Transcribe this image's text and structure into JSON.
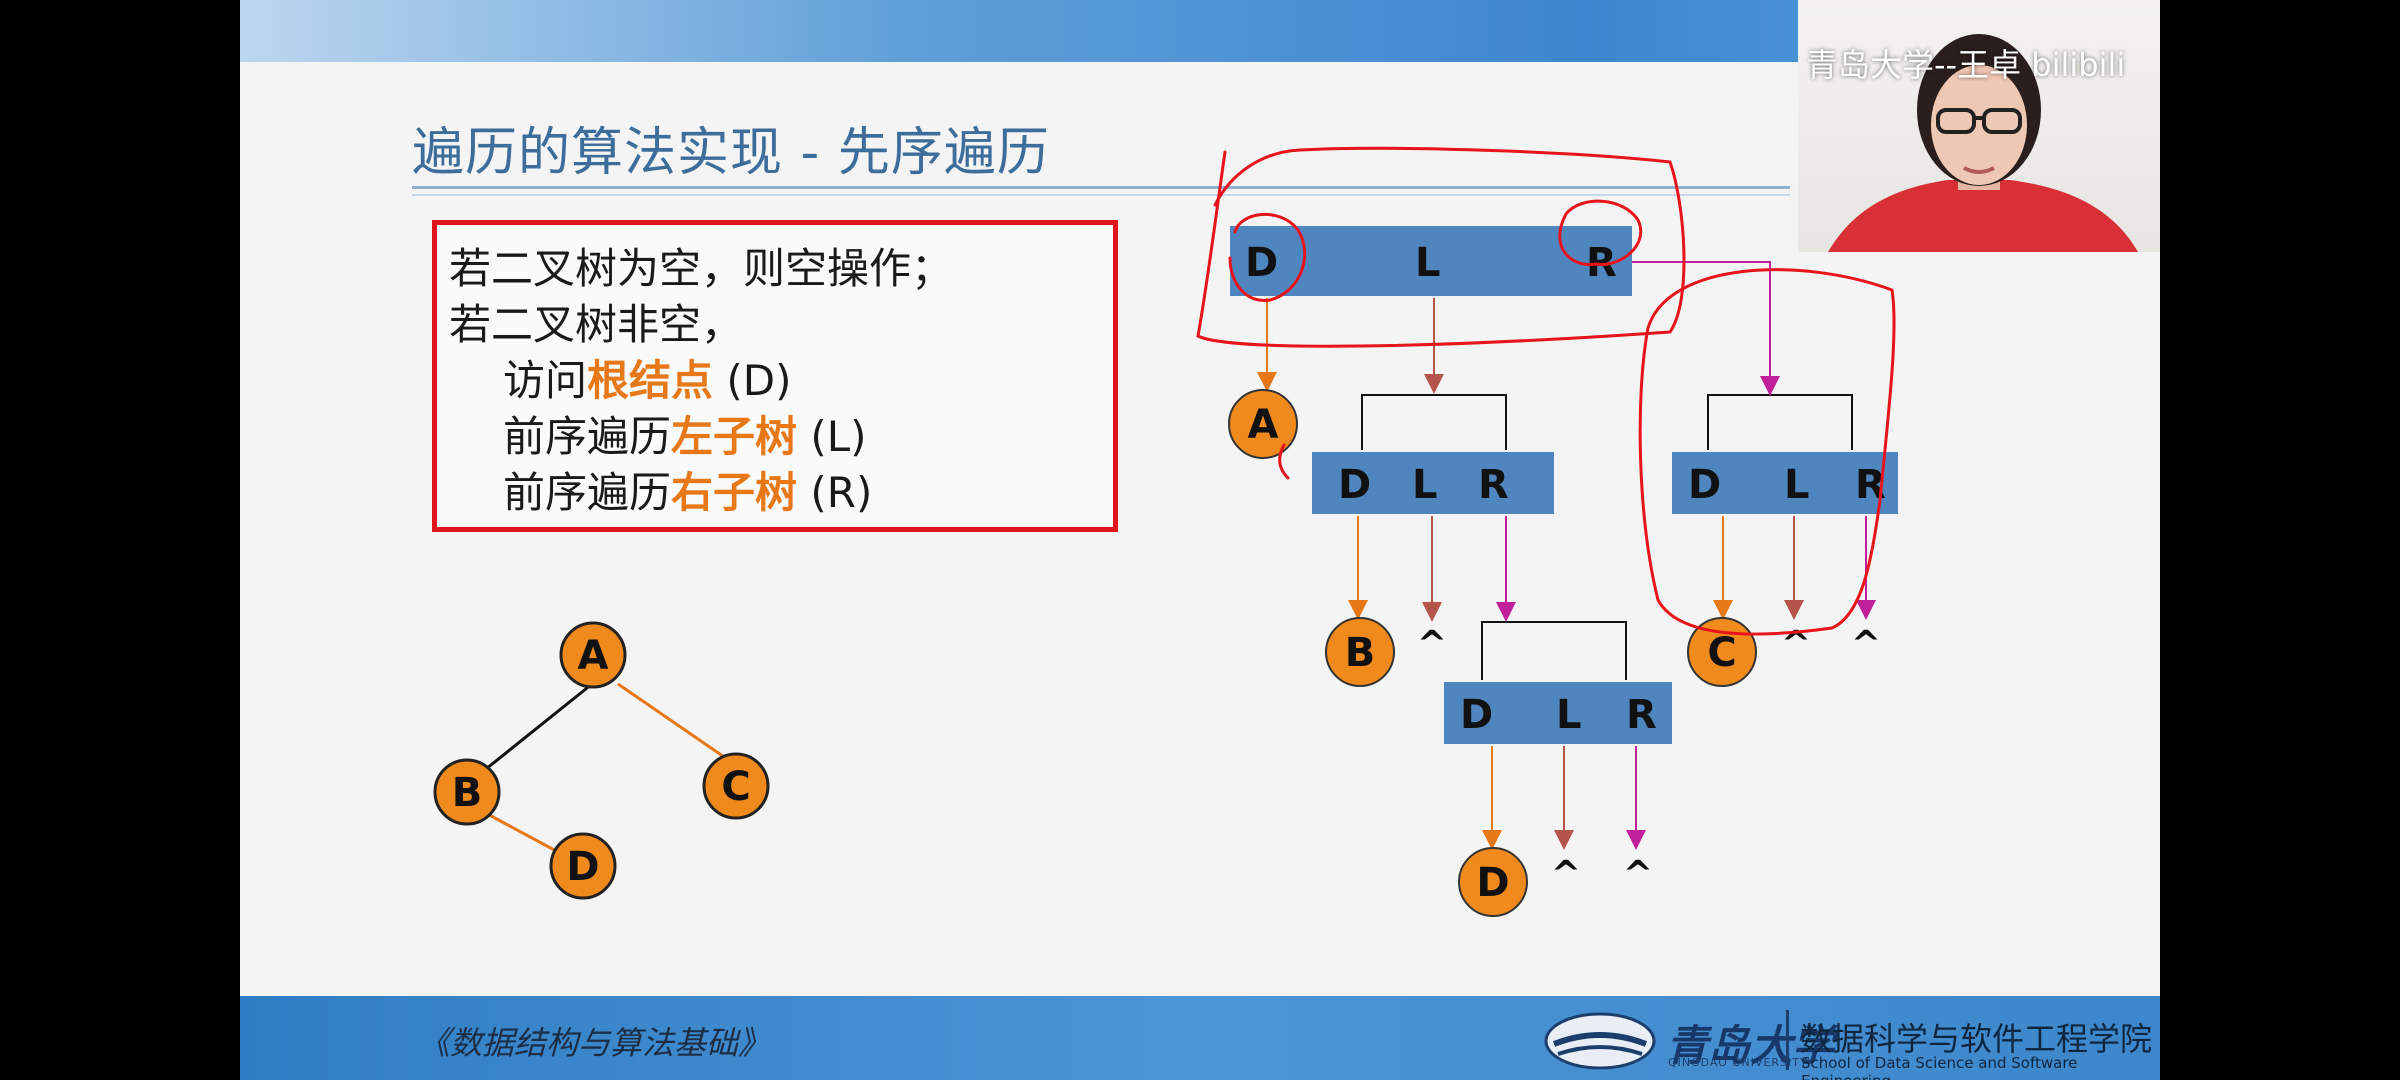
{
  "slide": {
    "title": "遍历的算法实现 - 先序遍历",
    "rules": [
      {
        "pre": "若二叉树为空，则空操作；",
        "hl": "",
        "post": ""
      },
      {
        "pre": "若二叉树非空，",
        "hl": "",
        "post": ""
      },
      {
        "pre": "访问",
        "hl": "根结点",
        "post": " (D)"
      },
      {
        "pre": "前序遍历",
        "hl": "左子树",
        "post": " (L)"
      },
      {
        "pre": "前序遍历",
        "hl": "右子树",
        "post": " (R)"
      }
    ],
    "tree_nodes": [
      "A",
      "B",
      "C",
      "D"
    ],
    "dlr_labels": [
      "D",
      "L",
      "R"
    ],
    "visited_nodes": [
      "A",
      "B",
      "C",
      "D"
    ],
    "null_marker": "^"
  },
  "footer": {
    "book_title": "《数据结构与算法基础》",
    "logo_text": "青岛大学",
    "logo_sub": "QINGDAO UNIVERSITY",
    "school_cn": "数据科学与软件工程学院",
    "school_en": "School of Data Science and Software Engineering"
  },
  "overlay": {
    "watermark": "青岛大学--王卓 bilibili"
  },
  "colors": {
    "accent_orange": "#e77817",
    "node_fill": "#f08a1c",
    "dlr_box": "#4f86c0",
    "red_box": "#e0141c",
    "annotation_red": "#e8141c",
    "magenta_arrow": "#c0209a",
    "brown_arrow": "#b5544a"
  }
}
